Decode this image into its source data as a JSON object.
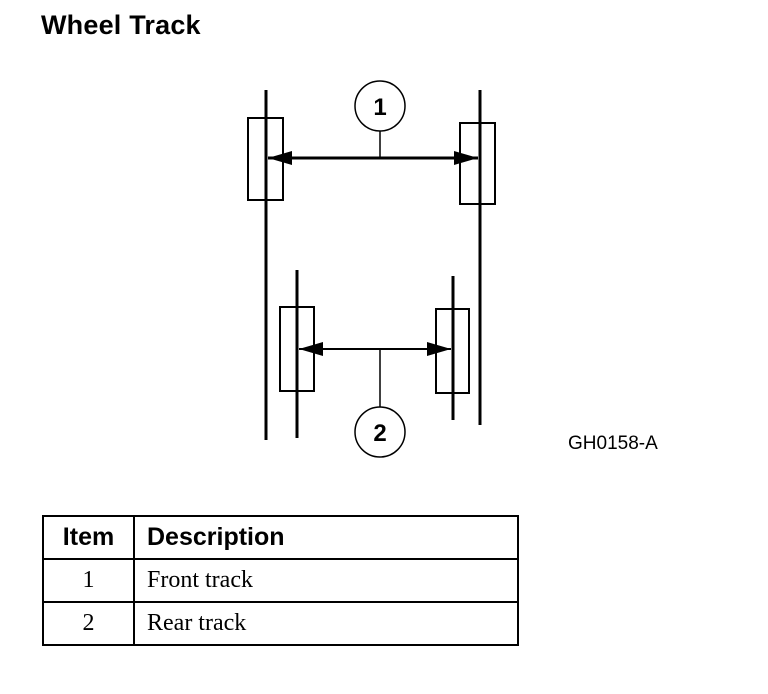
{
  "title": "Wheel Track",
  "figure_code": "GH0158-A",
  "callouts": [
    "1",
    "2"
  ],
  "table": {
    "headers": [
      "Item",
      "Description"
    ],
    "rows": [
      {
        "item": "1",
        "description": "Front track"
      },
      {
        "item": "2",
        "description": "Rear track"
      }
    ]
  }
}
